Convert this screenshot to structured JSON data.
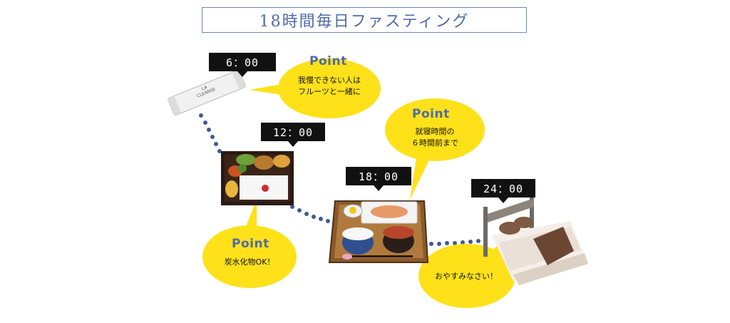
{
  "title": "18時間毎日ファスティング",
  "times": [
    "6：00",
    "12：00",
    "18：00",
    "24：00"
  ],
  "point_word": "Point",
  "bubbles": {
    "morning": [
      "我慢できない人は",
      "フルーツと一緒に"
    ],
    "lunch": [
      "炭水化物OK！"
    ],
    "dinner": [
      "就寝時間の",
      "６時間前まで"
    ],
    "night": [
      "おやすみなさい！"
    ]
  },
  "product_label": [
    "LA",
    "CLEANSE"
  ],
  "colors": {
    "title": "#4f6ba6",
    "bubble": "#ffe11a",
    "dots": "#3f5b92",
    "tag": "#111111"
  }
}
